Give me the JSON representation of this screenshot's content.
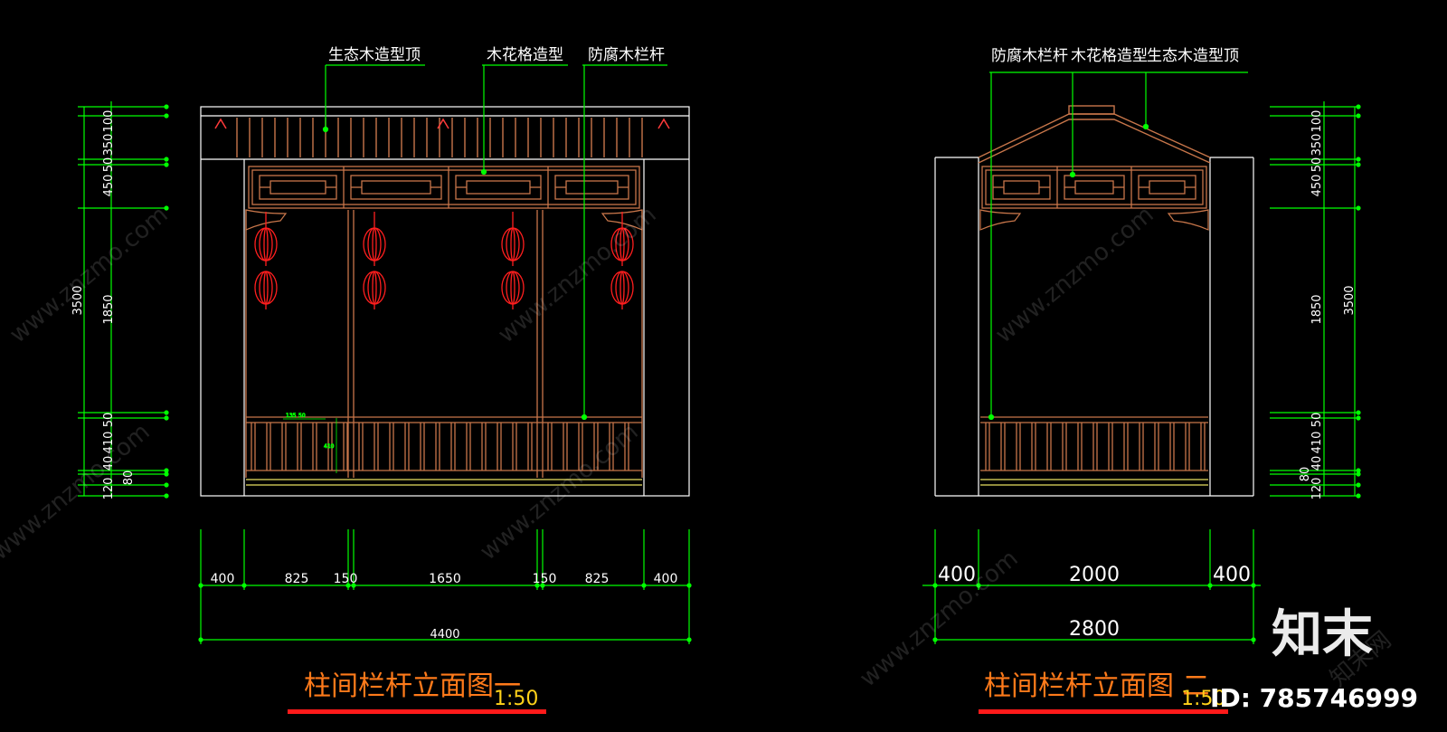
{
  "colors": {
    "background": "#000000",
    "dimension": "#00ff00",
    "leader": "#00ff00",
    "wood": "#c8764a",
    "frame": "#ffffff",
    "lantern": "#ff1e1e",
    "title": "#ff7a1a",
    "underline": "#ff1a1a",
    "scale": "#ffd21a",
    "text": "#ffffff",
    "floor": "#e8e060"
  },
  "drawing1": {
    "labels": [
      "生态木造型顶",
      "木花格造型",
      "防腐木栏杆"
    ],
    "vertical_dims": {
      "total": "3500",
      "parts": [
        "100",
        "350",
        "50",
        "450",
        "1850",
        "50",
        "410",
        "40",
        "80",
        "120"
      ]
    },
    "horizontal_dims": {
      "parts": [
        "400",
        "825",
        "150",
        "1650",
        "150",
        "825",
        "400"
      ],
      "total": "4400"
    },
    "small_dims": [
      "135",
      "50",
      "410"
    ],
    "title": "柱间栏杆立面图一",
    "scale": "1:50"
  },
  "drawing2": {
    "labels": [
      "防腐木栏杆",
      "木花格造型",
      "生态木造型顶"
    ],
    "vertical_dims": {
      "total": "3500",
      "parts": [
        "100",
        "350",
        "50",
        "450",
        "1850",
        "50",
        "410",
        "40",
        "80",
        "120"
      ]
    },
    "horizontal_dims": {
      "parts": [
        "400",
        "2000",
        "400"
      ],
      "total": "2800"
    },
    "title": "柱间栏杆立面图 二",
    "scale": "1:50"
  },
  "watermark": {
    "logo": "知末",
    "id_text": "ID: 785746999",
    "site": "www.znzmo.com",
    "site_cn": "知末网"
  }
}
